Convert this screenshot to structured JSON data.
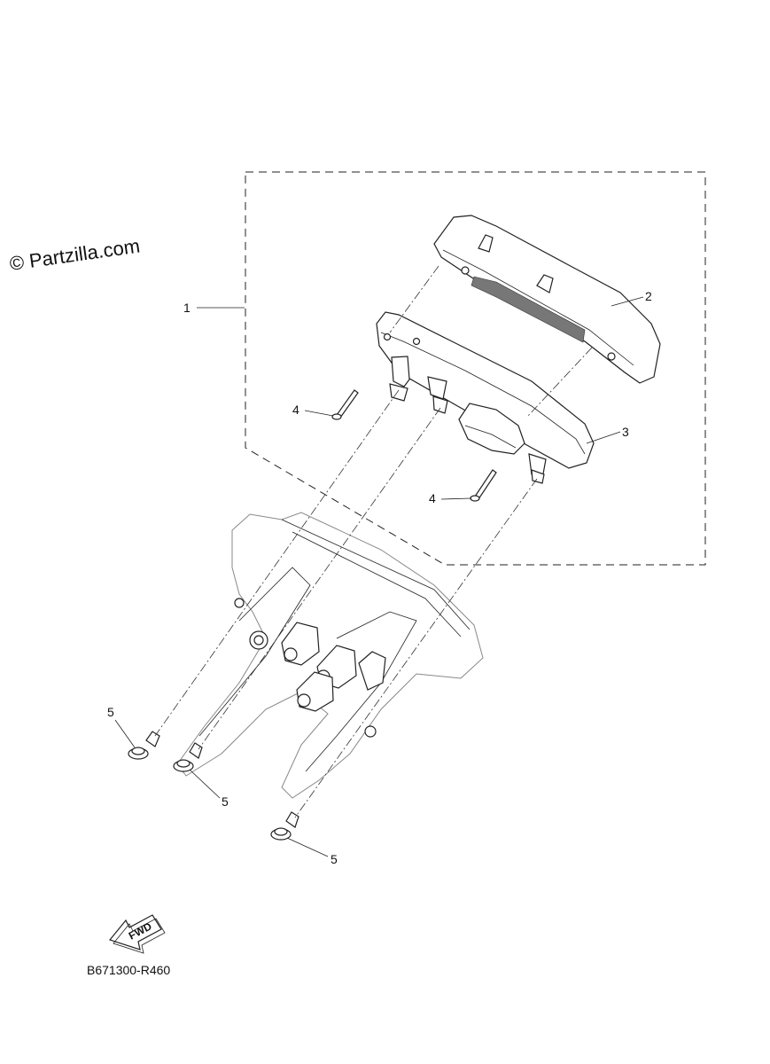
{
  "watermark": "© Partzilla.com",
  "diagram_code": "B671300-R460",
  "fwd_label": "FWD",
  "callouts": {
    "c1": "1",
    "c2": "2",
    "c3": "3",
    "c4a": "4",
    "c4b": "4",
    "c5a": "5",
    "c5b": "5",
    "c5c": "5"
  }
}
